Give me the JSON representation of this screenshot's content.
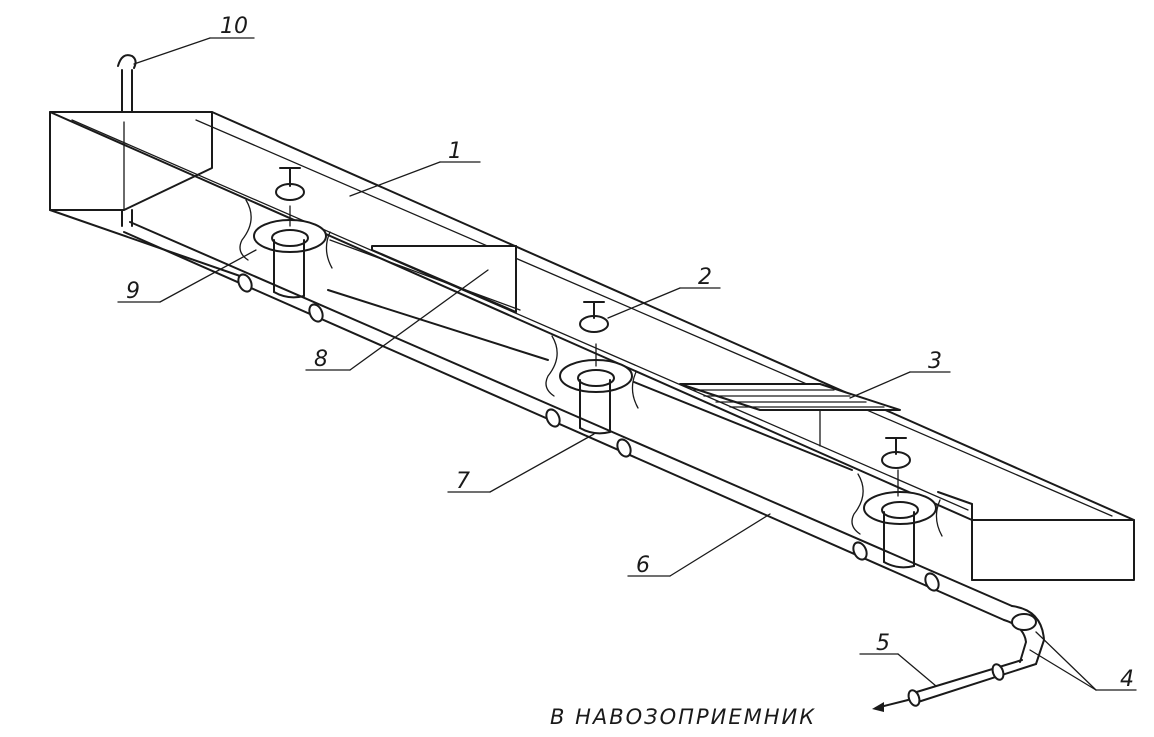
{
  "labels": {
    "l1": "1",
    "l2": "2",
    "l3": "3",
    "l4": "4",
    "l5": "5",
    "l6": "6",
    "l7": "7",
    "l8": "8",
    "l9": "9",
    "l10": "10"
  },
  "caption": "В НАВОЗОПРИЕМНИК"
}
